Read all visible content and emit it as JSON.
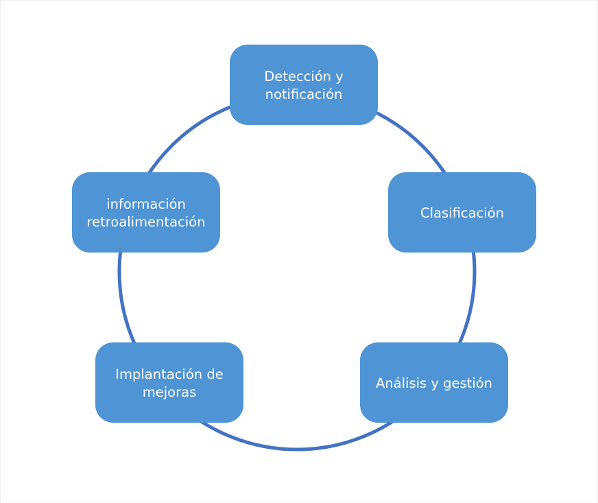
{
  "diagram": {
    "type": "cycle",
    "colors": {
      "ring": "#4472C4",
      "node_fill": "#4F94D4",
      "node_text": "#ffffff",
      "background": "#ffffff"
    },
    "nodes": [
      {
        "id": "deteccion",
        "lines": [
          "Detección y",
          "notificación"
        ]
      },
      {
        "id": "clasificacion",
        "lines": [
          "Clasificación"
        ]
      },
      {
        "id": "analisis",
        "lines": [
          "Análisis y gestión"
        ]
      },
      {
        "id": "implantacion",
        "lines": [
          "Implantación de",
          "mejoras"
        ]
      },
      {
        "id": "informacion",
        "lines": [
          "información",
          "retroalimentación"
        ]
      }
    ]
  }
}
